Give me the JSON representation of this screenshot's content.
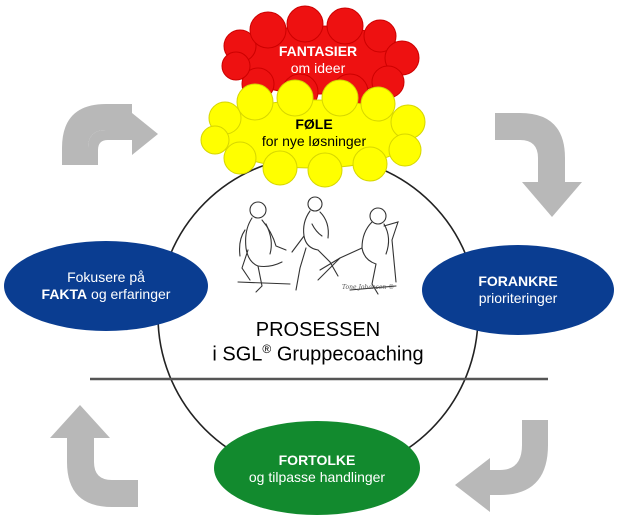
{
  "colors": {
    "cloud_top": "#ee1111",
    "cloud_mid": "#ffff00",
    "ellipse_blue": "#0a3d91",
    "ellipse_green": "#128a2e",
    "arrow_grey": "#b8b8b8",
    "line": "#222222"
  },
  "diagram": {
    "fantasier": {
      "title": "FANTASIER",
      "sub": "om ideer"
    },
    "fole": {
      "title": "FØLE",
      "sub": "for nye løsninger"
    },
    "fakta": {
      "line1": "Fokusere på",
      "bold": "FAKTA",
      "rest": " og erfaringer"
    },
    "forankre": {
      "title": "FORANKRE",
      "sub": "prioriteringer"
    },
    "fortolke": {
      "title": "FORTOLKE",
      "sub": "og tilpasse handlinger"
    },
    "center": {
      "line1": "PROSESSEN",
      "line2_pre": "i SGL",
      "reg": "®",
      "line2_post": " Gruppecoaching"
    },
    "sketch_signature": "Tone Johansen ©"
  }
}
